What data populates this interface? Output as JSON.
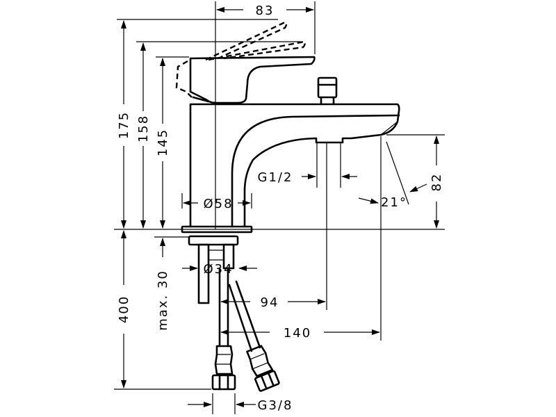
{
  "dimensions": {
    "width_top": "83",
    "height_175": "175",
    "height_158": "158",
    "height_145": "145",
    "diameter_base": "Ø58",
    "thread_outlet": "G1/2",
    "spout_angle": "21°",
    "spout_height": "82",
    "max_depth": "max. 30",
    "diameter_shank": "Ø34",
    "hose_length": "400",
    "offset_94": "94",
    "projection_140": "140",
    "thread_connection": "G3/8"
  }
}
